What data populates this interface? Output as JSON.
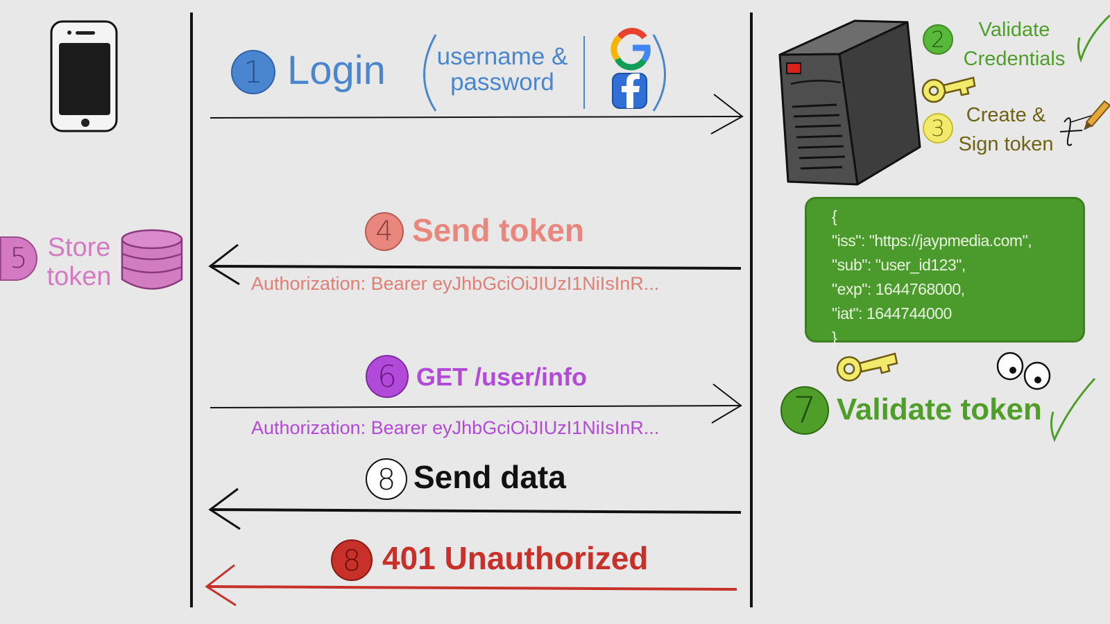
{
  "colors": {
    "blue": "#4a86cf",
    "green": "#4f9e2a",
    "gold": "#8a7a1a",
    "yellow": "#f2ea6a",
    "salmon": "#e9877e",
    "pink": "#d37ac2",
    "purple": "#b14ad8",
    "black": "#111111",
    "red": "#c8302a",
    "json_bg": "#4a9a2c"
  },
  "icons": {
    "client": "smartphone-icon",
    "server": "server-tower-icon",
    "google": "google-icon",
    "facebook": "facebook-icon",
    "database": "database-icon",
    "key": "key-icon",
    "signature": "signature-pen-icon",
    "check": "checkmark-icon",
    "eyes": "eyes-icon"
  },
  "step1": {
    "number": "1",
    "label": "Login",
    "credentials": "username &\npassword"
  },
  "step2": {
    "number": "2",
    "label": "Validate\nCredentials"
  },
  "step3": {
    "number": "3",
    "label": "Create &\nSign token"
  },
  "step4": {
    "number": "4",
    "label": "Send token",
    "header": "Authorization: Bearer eyJhbGciOiJIUzI1NiIsInR..."
  },
  "step5": {
    "number": "5",
    "label": "Store\ntoken"
  },
  "step6": {
    "number": "6",
    "label": "GET /user/info",
    "header": "Authorization: Bearer eyJhbGciOiJIUzI1NiIsInR..."
  },
  "step7": {
    "number": "7",
    "label": "Validate token"
  },
  "step8": {
    "number": "8",
    "label": "Send data"
  },
  "step8_error": {
    "number": "8",
    "label": "401 Unauthorized"
  },
  "token_payload": {
    "lines": [
      "{",
      "\"iss\": \"https://jaypmedia.com\",",
      "\"sub\": \"user_id123\",",
      "\"exp\": 1644768000,",
      "\"iat\": 1644744000",
      "}"
    ]
  }
}
